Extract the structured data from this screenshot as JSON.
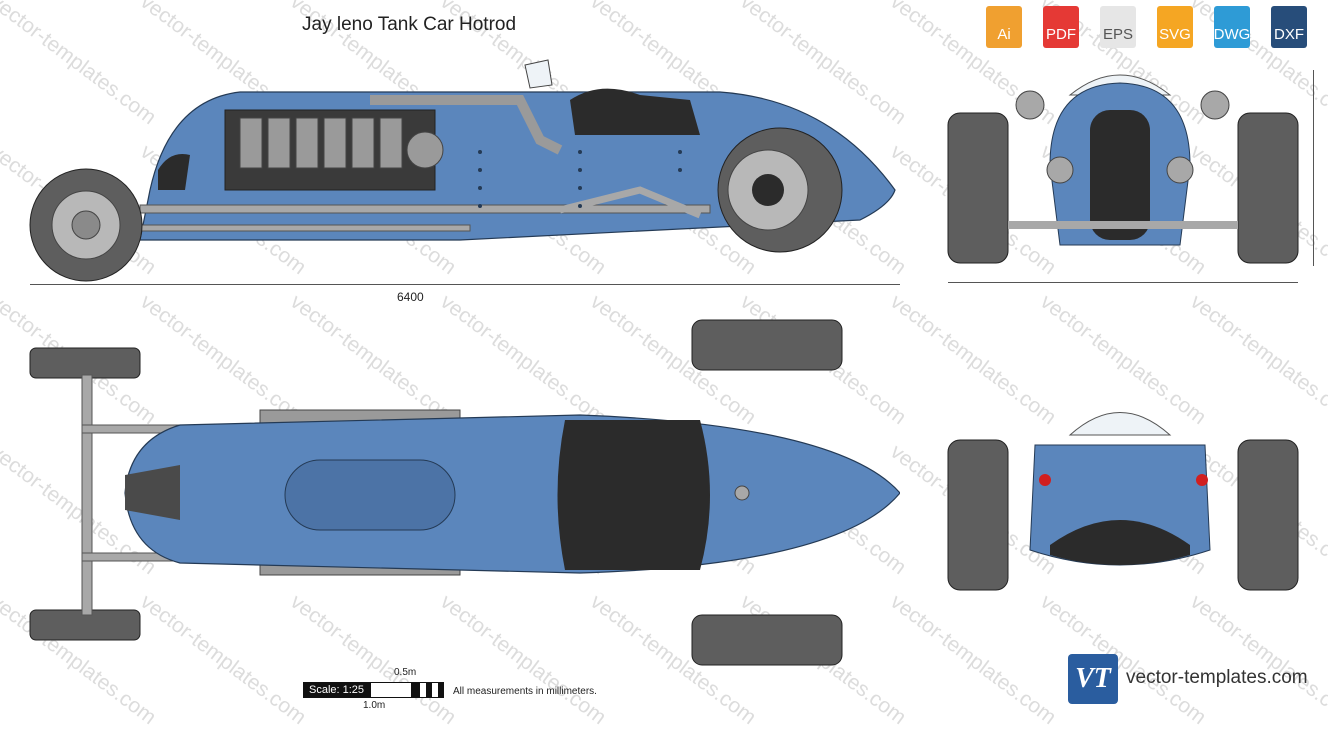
{
  "title": "Jay leno Tank Car Hotrod",
  "watermark_text": "vector-templates.com",
  "formats": [
    {
      "label": "Ai",
      "color": "#f0a030"
    },
    {
      "label": "PDF",
      "color": "#e53935"
    },
    {
      "label": "EPS",
      "color": "#e6e6e6"
    },
    {
      "label": "SVG",
      "color": "#f5a623"
    },
    {
      "label": "DWG",
      "color": "#2e9bd6"
    },
    {
      "label": "DXF",
      "color": "#274d7a"
    }
  ],
  "dimension": "6400",
  "scale": {
    "label": "Scale: 1:25",
    "half_meter": "0.5m",
    "meter": "1.0m"
  },
  "measurements_note": "All measurements in millimeters.",
  "logo_text": "VT",
  "site": "vector-templates.com",
  "colors": {
    "body": "#5b86bc",
    "tire": "#5e5e5e",
    "metal": "#a8a8a8",
    "dark": "#2b2b2b"
  }
}
